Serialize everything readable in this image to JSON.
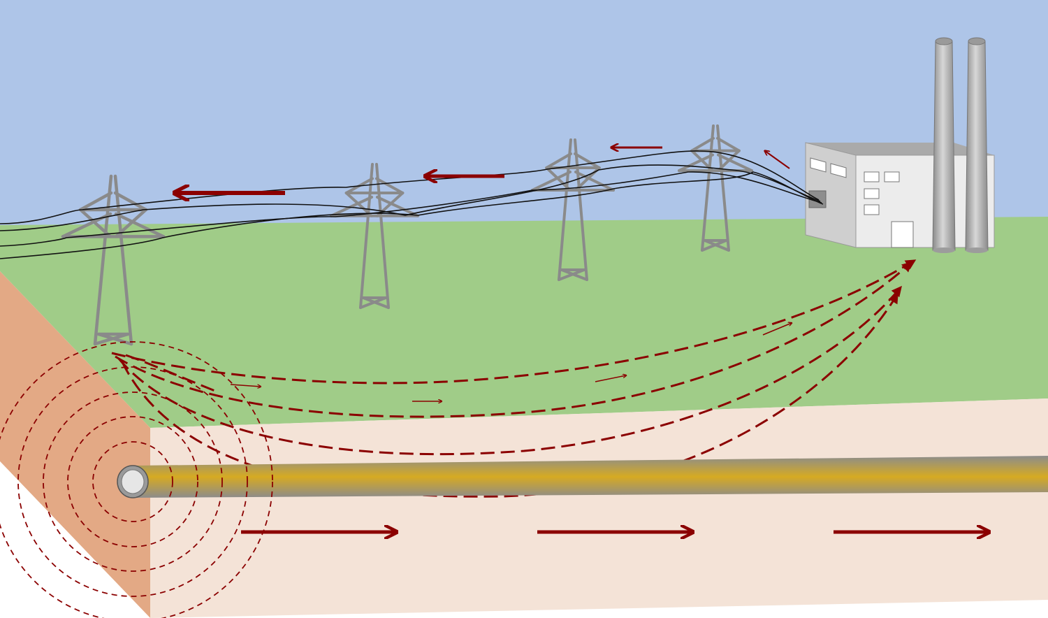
{
  "diagram": {
    "labels": [],
    "colors": {
      "sky": "#aec5e8",
      "grass": "#a0cc88",
      "soil_side": "#e3a985",
      "soil_front": "#f4e3d7",
      "current_arrow": "#8b0000",
      "tower": "#8a8a8a",
      "wire": "#111111",
      "pipe_core": "#d6aa22",
      "pipe_edge": "#8c8c8c",
      "building_front": "#ececec",
      "building_side": "#cfcfcf",
      "building_roof": "#aaaaaa"
    },
    "elements": {
      "towers": [
        {
          "name": "transmission-tower-1"
        },
        {
          "name": "transmission-tower-2"
        },
        {
          "name": "transmission-tower-3"
        },
        {
          "name": "transmission-tower-4"
        }
      ],
      "power_plant": {
        "name": "power-plant",
        "chimneys": 2
      },
      "pipeline": {
        "name": "buried-pipeline"
      },
      "arrow_groups": [
        {
          "name": "overhead-line-current-arrows",
          "direction": "left"
        },
        {
          "name": "ground-return-current-paths",
          "direction": "right"
        },
        {
          "name": "pipeline-current-arrows",
          "direction": "right"
        },
        {
          "name": "pipe-field-rings",
          "style": "dashed"
        }
      ]
    }
  }
}
